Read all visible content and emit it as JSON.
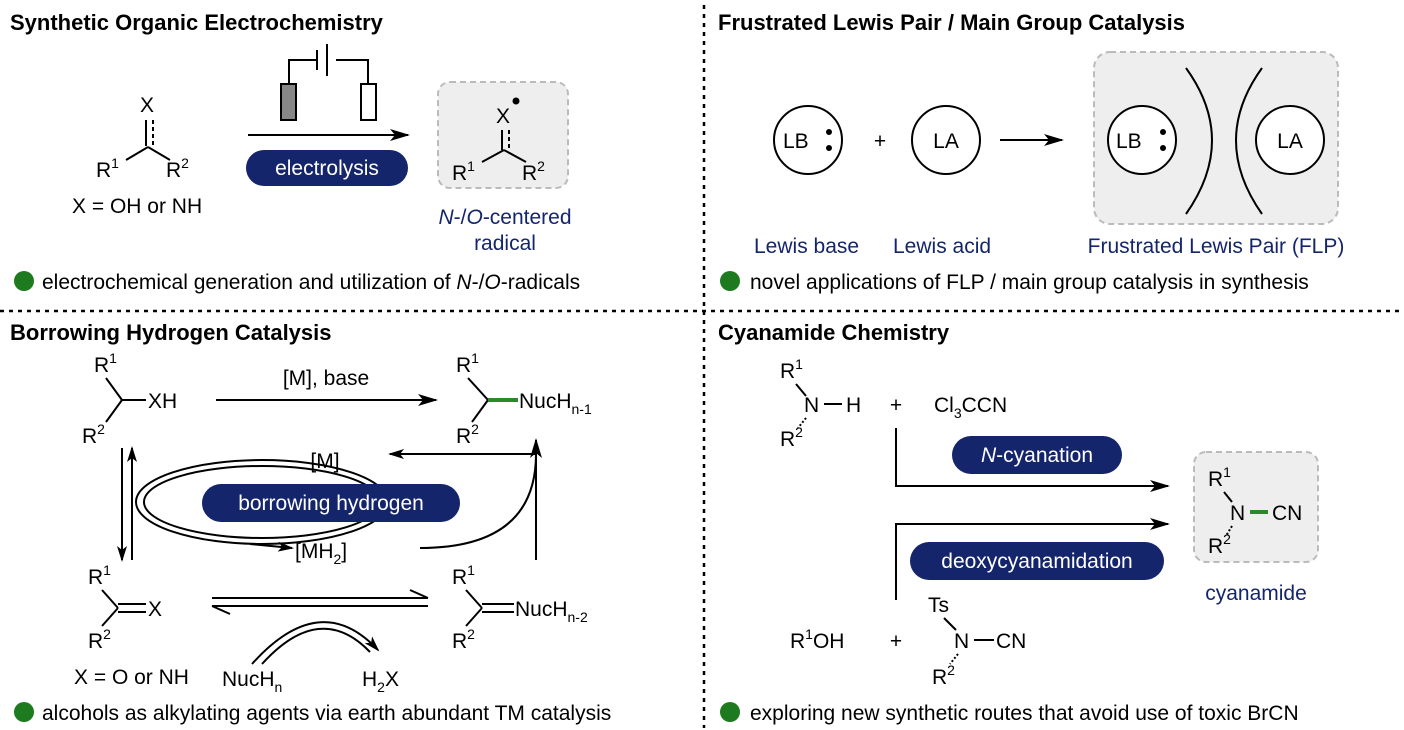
{
  "panels": {
    "electrochem": {
      "title": "Synthetic Organic Electrochemistry",
      "x_atom": "X",
      "r1": "R",
      "r1_sup": "1",
      "r2": "R",
      "r2_sup": "2",
      "x_def": "X = OH or NH",
      "pill": "electrolysis",
      "product_x": "X",
      "product_r1": "R",
      "product_r1_sup": "1",
      "product_r2": "R",
      "product_r2_sup": "2",
      "product_label_italic_n": "N",
      "product_label_dash1": "-/",
      "product_label_italic_o": "O",
      "product_label_rest": "-centered",
      "product_label_line2": "radical",
      "bullet_pre": "electrochemical generation and utilization of ",
      "bullet_n": "N",
      "bullet_mid": "-/",
      "bullet_o": "O",
      "bullet_post": "-radicals"
    },
    "flp": {
      "title": "Frustrated Lewis Pair  / Main Group Catalysis",
      "lb": "LB",
      "la": "LA",
      "plus": "+",
      "lewis_base": "Lewis base",
      "lewis_acid": "Lewis acid",
      "flp_label": "Frustrated Lewis Pair (FLP)",
      "bullet": "novel applications of FLP / main group catalysis in synthesis"
    },
    "borrowing": {
      "title": "Borrowing Hydrogen Catalysis",
      "r": "R",
      "sup1": "1",
      "sup2": "2",
      "xh": "XH",
      "conditions": "[M], base",
      "nuc_top": "NucH",
      "nuc_top_sub": "n-1",
      "m": "[M]",
      "mh2_pre": "[MH",
      "mh2_sub": "2",
      "mh2_post": "]",
      "pill": "borrowing hydrogen",
      "x_imine": "X",
      "nuc_bottom": "NucH",
      "nuc_bottom_sub": "n-2",
      "x_def": "X = O or NH",
      "nuch_n": "NucH",
      "nuch_n_sub": "n",
      "h2x_h": "H",
      "h2x_sub": "2",
      "h2x_x": "X",
      "bullet": "alcohols as alkylating agents via earth abundant TM catalysis"
    },
    "cyanamide": {
      "title": "Cyanamide Chemistry",
      "r": "R",
      "sup1": "1",
      "sup2": "2",
      "n": "N",
      "h": "H",
      "plus": "+",
      "cl": "Cl",
      "cl_sub": "3",
      "ccn": "CCN",
      "pill1_italic": "N",
      "pill1_rest": "-cyanation",
      "pill2": "deoxycyanamidation",
      "cn": "CN",
      "product_label": "cyanamide",
      "r1oh_r": "R",
      "r1oh_sup": "1",
      "r1oh_oh": "OH",
      "ts": "Ts",
      "bullet": "exploring new synthetic routes that avoid use of toxic BrCN"
    }
  },
  "colors": {
    "pill": "#14256b",
    "bullet": "#1e7a1e",
    "green_bond": "#2a8a2a",
    "box_fill": "#eeeeee",
    "box_border": "#bbbbbb",
    "label_blue": "#14256b"
  }
}
